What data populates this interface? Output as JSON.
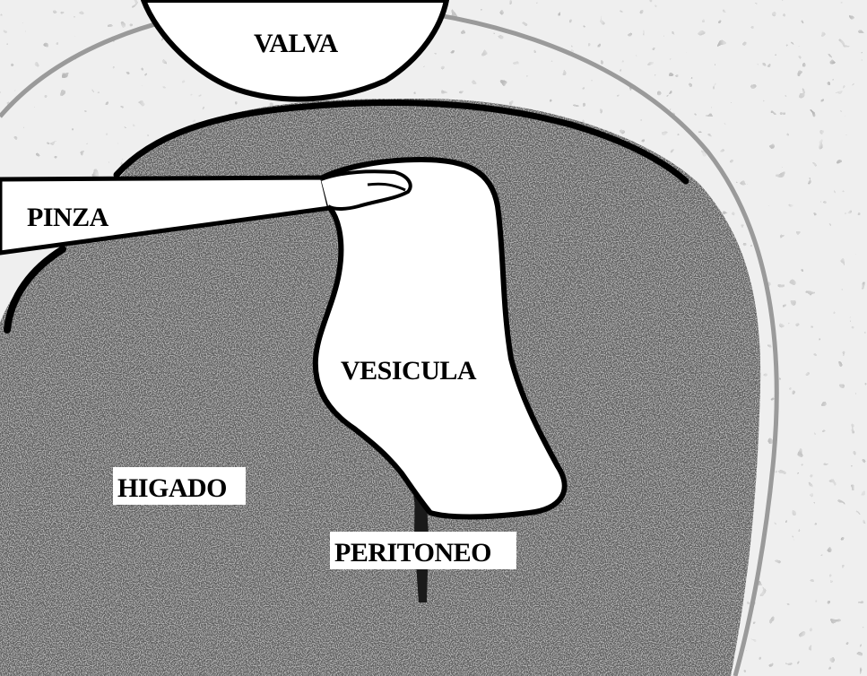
{
  "labels": {
    "valva": "VALVA",
    "pinza": "PINZA",
    "vesicula": "VESICULA",
    "higado": "HIGADO",
    "peritoneo": "PERITONEO"
  },
  "colors": {
    "background": "#ffffff",
    "outer_field": "#efefef",
    "liver": "#b0b0b0",
    "outline": "#000000",
    "structure_fill": "#ffffff",
    "speckle": "#2a2a2a"
  },
  "icons": {
    "liver": "liver-region",
    "gallbladder": "gallbladder-shape",
    "retractor": "valve-retractor",
    "forceps": "grasping-forceps",
    "peritoneum": "peritoneal-fold"
  }
}
